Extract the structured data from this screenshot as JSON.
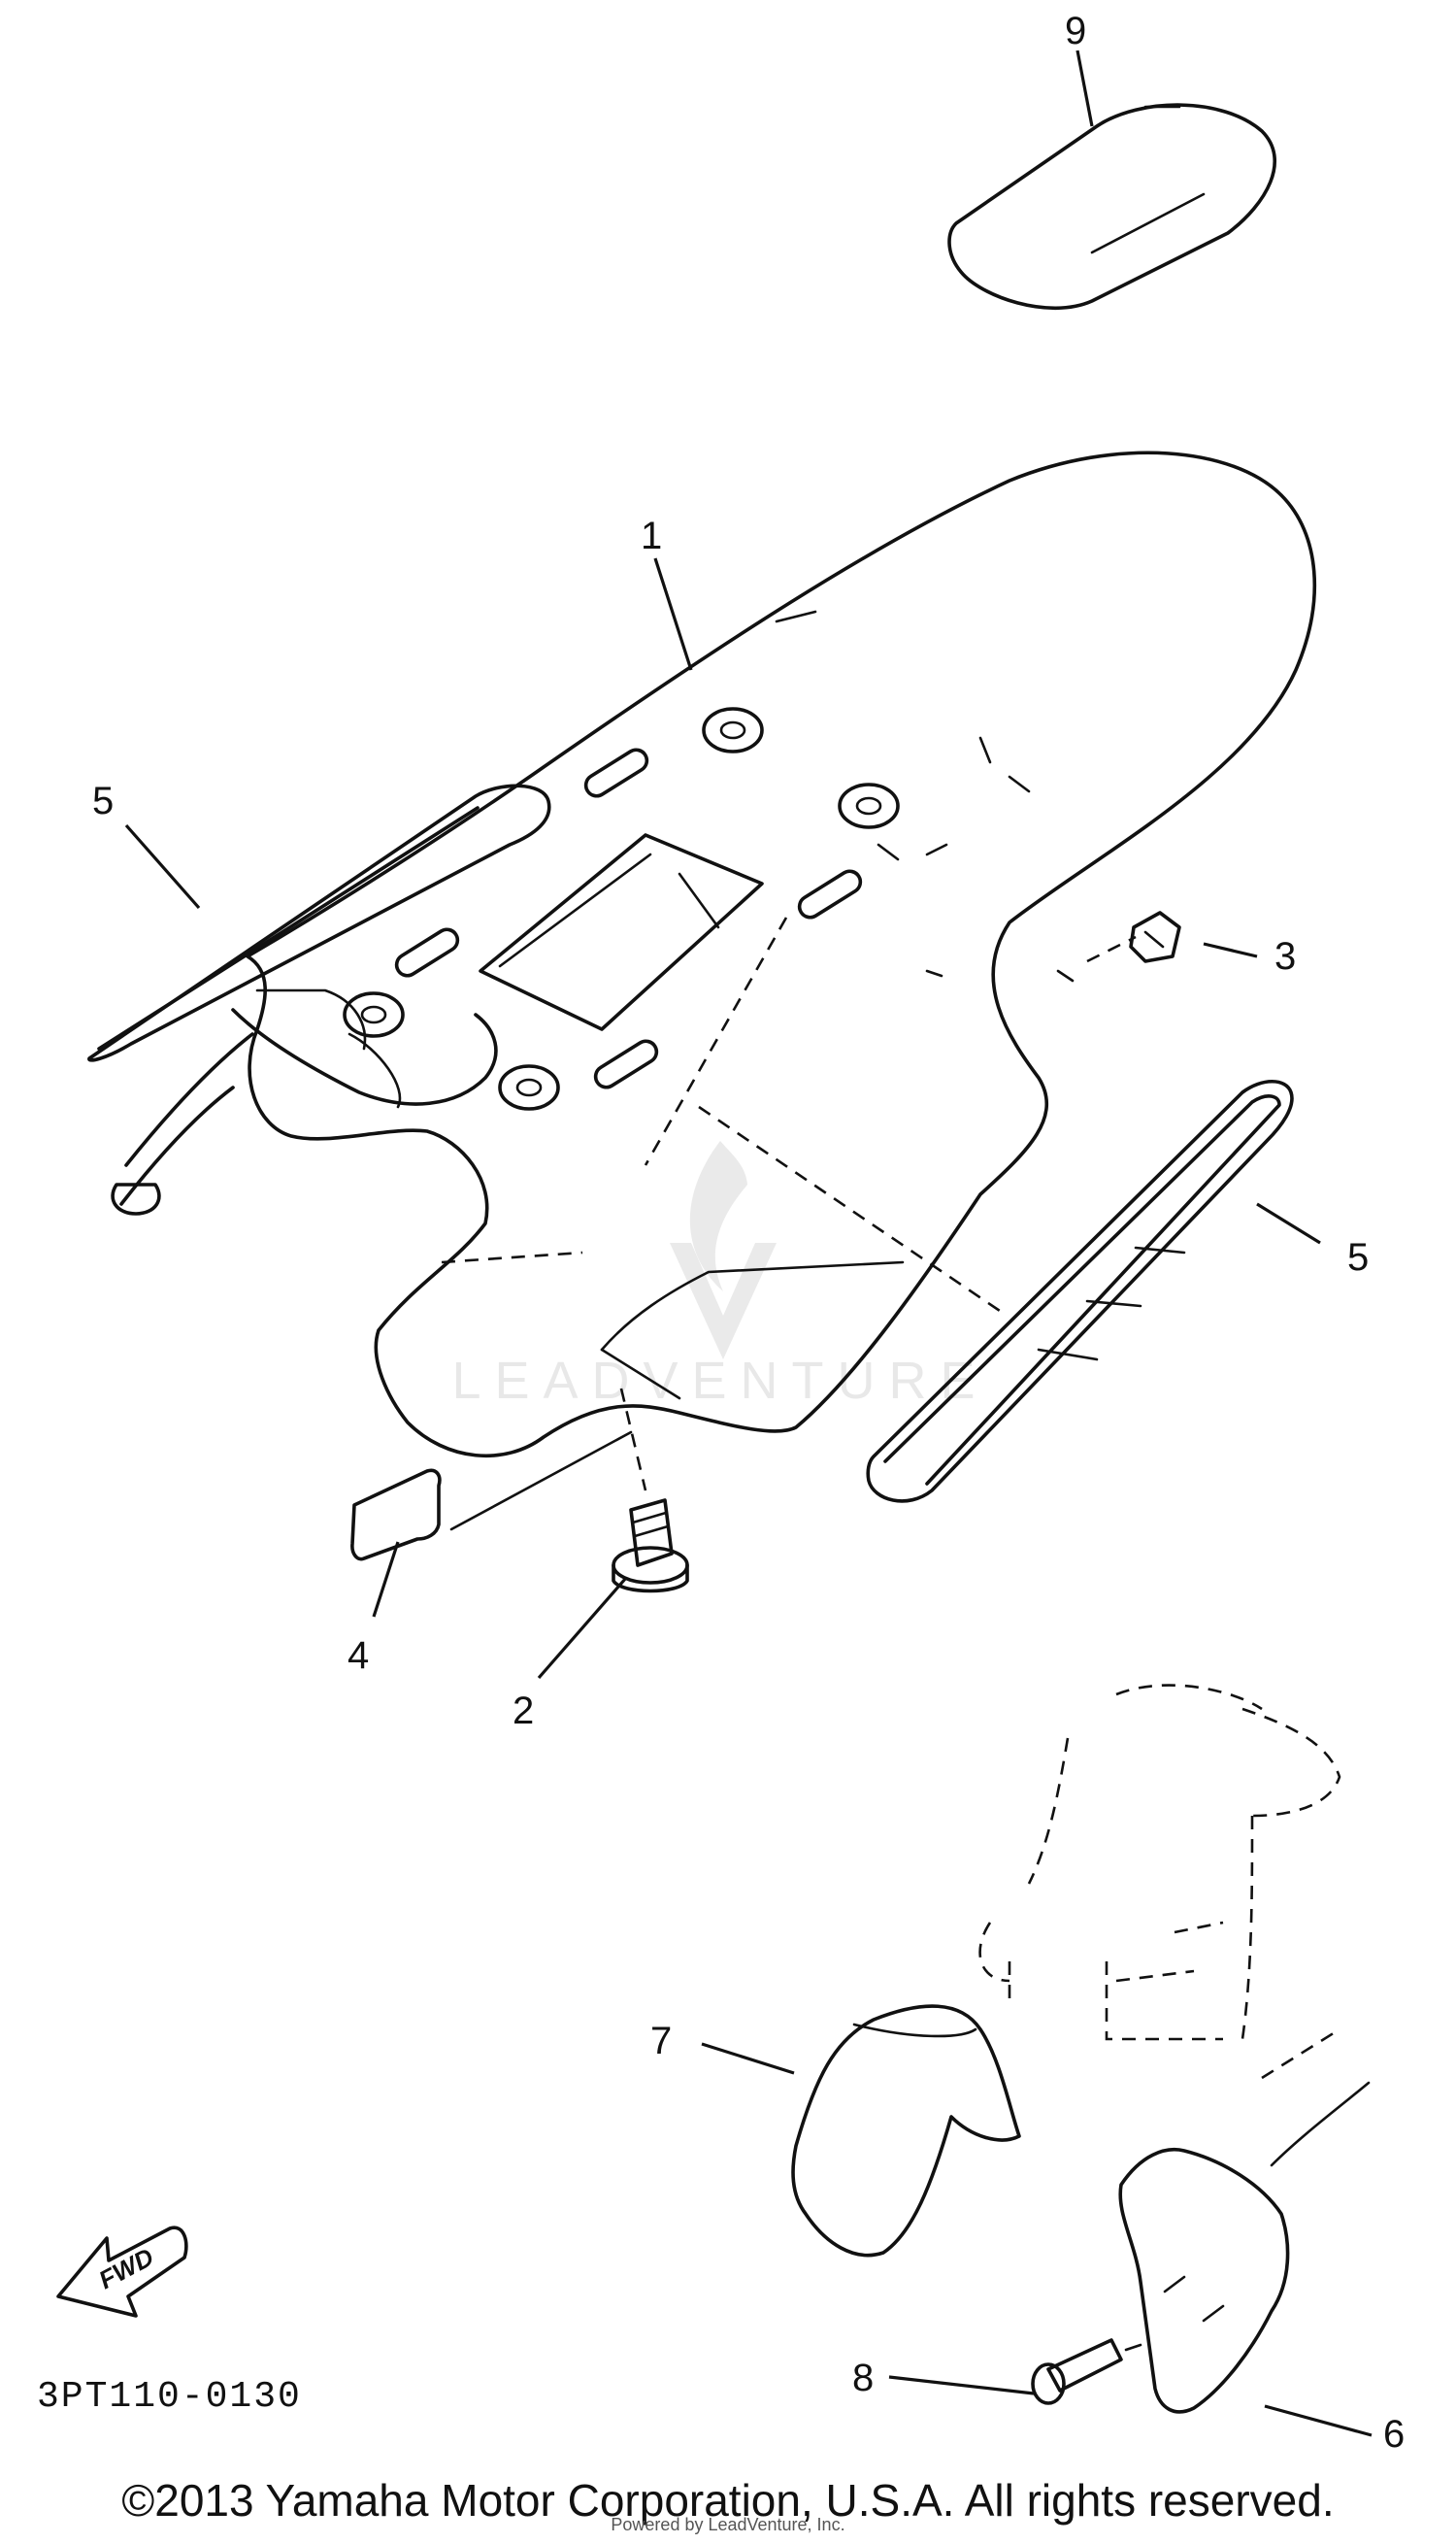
{
  "callouts": {
    "c1": "1",
    "c2": "2",
    "c3": "3",
    "c4": "4",
    "c5a": "5",
    "c5b": "5",
    "c6": "6",
    "c7": "7",
    "c8": "8",
    "c9": "9"
  },
  "fwd_label": "FWD",
  "part_code": "3PT110-0130",
  "watermark": {
    "text": "LEADVENTURE",
    "logo_icon": "leadventure-flame-logo"
  },
  "copyright": "©2013 Yamaha Motor Corporation, U.S.A. All rights reserved.",
  "footer_small": "Powered by LeadVenture, Inc."
}
